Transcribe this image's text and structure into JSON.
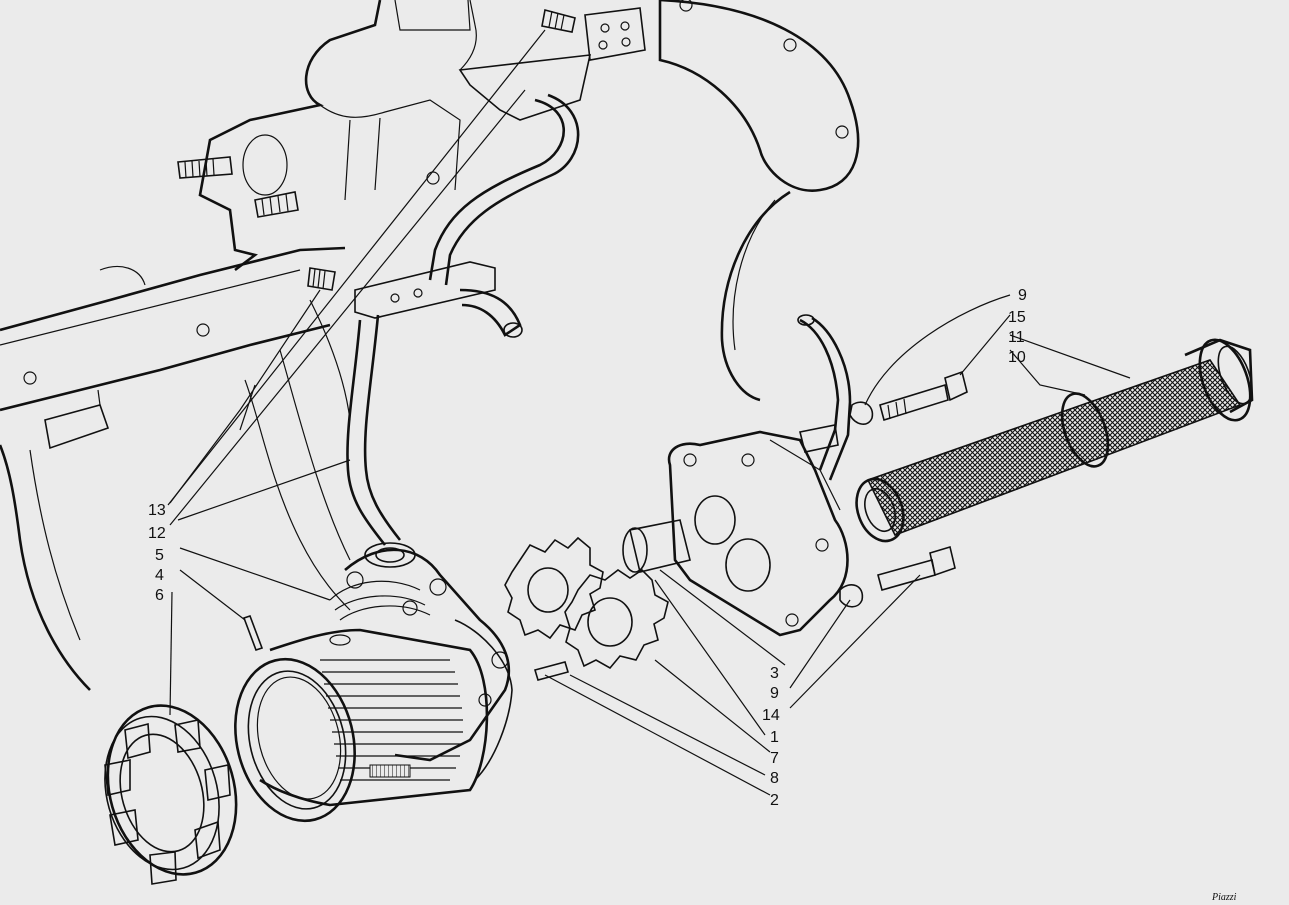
{
  "labels": {
    "l13": "13",
    "l12": "12",
    "l5": "5",
    "l4": "4",
    "l6": "6",
    "l9a": "9",
    "l15": "15",
    "l11": "11",
    "l10": "10",
    "l3": "3",
    "l9b": "9",
    "l14": "14",
    "l1": "1",
    "l7": "7",
    "l8": "8",
    "l2": "2"
  },
  "signature": "Piazzi"
}
